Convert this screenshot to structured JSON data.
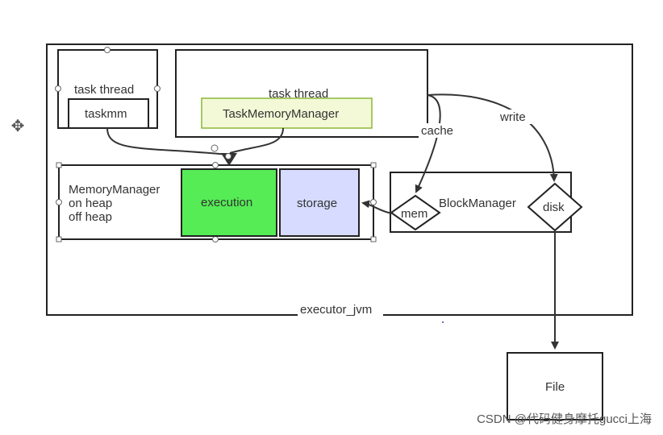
{
  "nodes": {
    "executor_jvm": "executor_jvm",
    "task_thread_left": "task thread",
    "taskmm": "taskmm",
    "task_thread_right": "task thread",
    "task_memory_manager": "TaskMemoryManager",
    "memory_manager": "MemoryManager",
    "on_heap": "on heap",
    "off_heap": "off heap",
    "execution": "execution",
    "storage": "storage",
    "block_manager": "BlockManager",
    "mem": "mem",
    "disk": "disk",
    "file": "File"
  },
  "edges": {
    "cache": "cache",
    "write": "write"
  },
  "icons": {
    "move": "move-icon"
  },
  "colors": {
    "execution_fill": "#55ec55",
    "storage_fill": "#d6dbff",
    "task_memory_manager_fill": "#f3f9d6",
    "task_memory_manager_border": "#8bb73a"
  },
  "watermark": "CSDN @代码健身摩托gucci上海"
}
